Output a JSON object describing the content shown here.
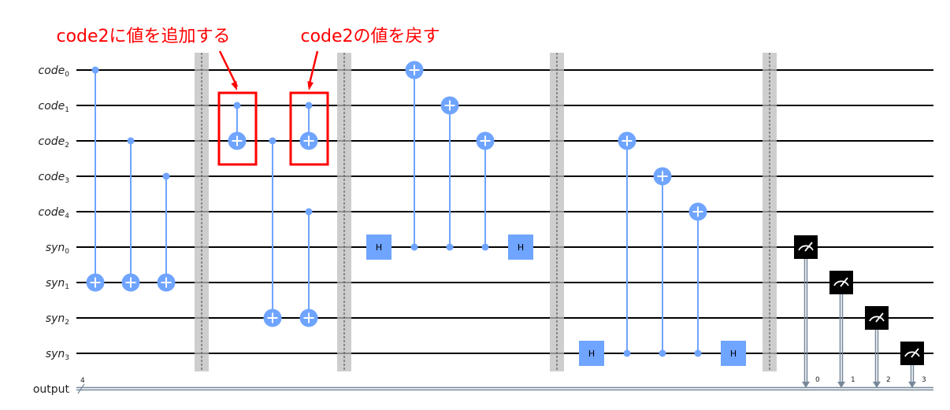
{
  "annotations": [
    {
      "text": "code2に値を追加する"
    },
    {
      "text": "code2の値を戻す"
    }
  ],
  "qubits": [
    {
      "name": "code",
      "index": "0"
    },
    {
      "name": "code",
      "index": "1"
    },
    {
      "name": "code",
      "index": "2"
    },
    {
      "name": "code",
      "index": "3"
    },
    {
      "name": "code",
      "index": "4"
    },
    {
      "name": "syn",
      "index": "0"
    },
    {
      "name": "syn",
      "index": "1"
    },
    {
      "name": "syn",
      "index": "2"
    },
    {
      "name": "syn",
      "index": "3"
    }
  ],
  "classical": {
    "name": "output",
    "width": "4",
    "bits": [
      "0",
      "1",
      "2",
      "3"
    ]
  },
  "gates": [
    {
      "type": "cx",
      "control": 0,
      "target": 6,
      "col": 0
    },
    {
      "type": "cx",
      "control": 2,
      "target": 6,
      "col": 1
    },
    {
      "type": "cx",
      "control": 3,
      "target": 6,
      "col": 2
    },
    {
      "type": "barrier",
      "col": 3
    },
    {
      "type": "cx",
      "control": 1,
      "target": 2,
      "col": 4,
      "highlight": 0
    },
    {
      "type": "cx",
      "control": 2,
      "target": 7,
      "col": 5
    },
    {
      "type": "cx",
      "control": 1,
      "target": 2,
      "col": 6,
      "highlight": 1
    },
    {
      "type": "cx",
      "control": 4,
      "target": 7,
      "col": 6
    },
    {
      "type": "barrier",
      "col": 7
    },
    {
      "type": "h",
      "qubit": 5,
      "col": 8,
      "label": "H"
    },
    {
      "type": "cx",
      "control": 5,
      "target": 0,
      "col": 9
    },
    {
      "type": "cx",
      "control": 5,
      "target": 1,
      "col": 10
    },
    {
      "type": "cx",
      "control": 5,
      "target": 2,
      "col": 11
    },
    {
      "type": "h",
      "qubit": 5,
      "col": 12,
      "label": "H"
    },
    {
      "type": "barrier",
      "col": 13
    },
    {
      "type": "h",
      "qubit": 8,
      "col": 14,
      "label": "H"
    },
    {
      "type": "cx",
      "control": 8,
      "target": 2,
      "col": 15
    },
    {
      "type": "cx",
      "control": 8,
      "target": 3,
      "col": 16
    },
    {
      "type": "cx",
      "control": 8,
      "target": 4,
      "col": 17
    },
    {
      "type": "h",
      "qubit": 8,
      "col": 18,
      "label": "H"
    },
    {
      "type": "barrier",
      "col": 19
    },
    {
      "type": "measure",
      "qubit": 5,
      "bit": 0,
      "col": 20
    },
    {
      "type": "measure",
      "qubit": 6,
      "bit": 1,
      "col": 21
    },
    {
      "type": "measure",
      "qubit": 7,
      "bit": 2,
      "col": 22
    },
    {
      "type": "measure",
      "qubit": 8,
      "bit": 3,
      "col": 23
    }
  ],
  "colors": {
    "gate": "#6fa4ff",
    "barrier": "#bdbdbd",
    "measure": "#000000",
    "classical": "#778899",
    "highlight": "#ff0000",
    "wire": "#000000"
  }
}
